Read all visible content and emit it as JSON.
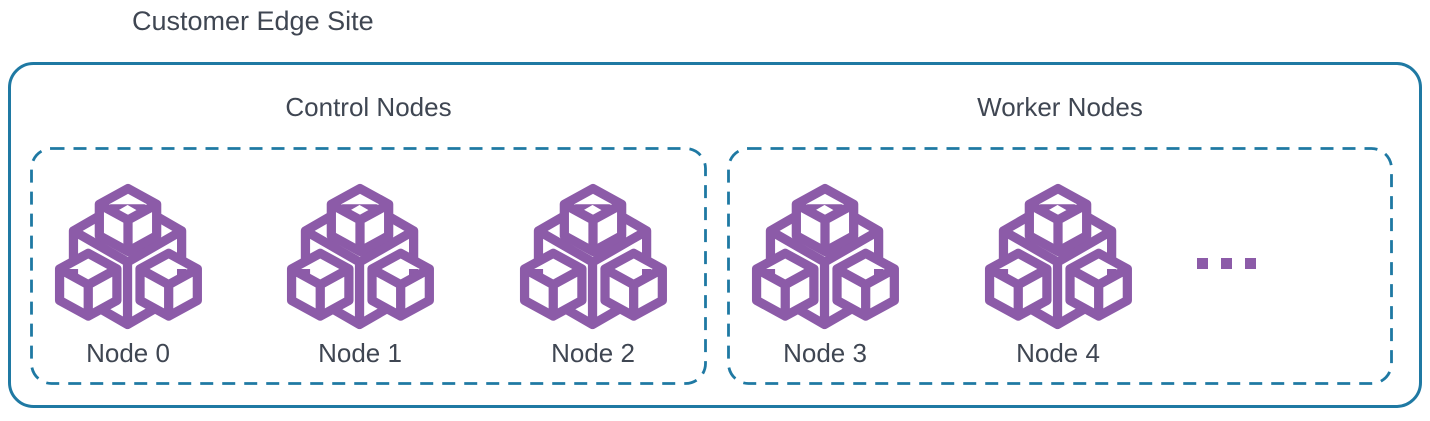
{
  "title": "Customer Edge Site",
  "colors": {
    "border_blue": "#1f79a3",
    "icon_purple": "#8c5ba8",
    "text_dark": "#3f4652",
    "background": "#ffffff"
  },
  "diagram": {
    "groups": [
      {
        "label": "Control Nodes",
        "nodes": [
          {
            "label": "Node 0",
            "icon": "cluster-cubes-icon"
          },
          {
            "label": "Node 1",
            "icon": "cluster-cubes-icon"
          },
          {
            "label": "Node 2",
            "icon": "cluster-cubes-icon"
          }
        ]
      },
      {
        "label": "Worker Nodes",
        "nodes": [
          {
            "label": "Node 3",
            "icon": "cluster-cubes-icon"
          },
          {
            "label": "Node 4",
            "icon": "cluster-cubes-icon"
          }
        ],
        "more_nodes_indicator": "..."
      }
    ]
  }
}
